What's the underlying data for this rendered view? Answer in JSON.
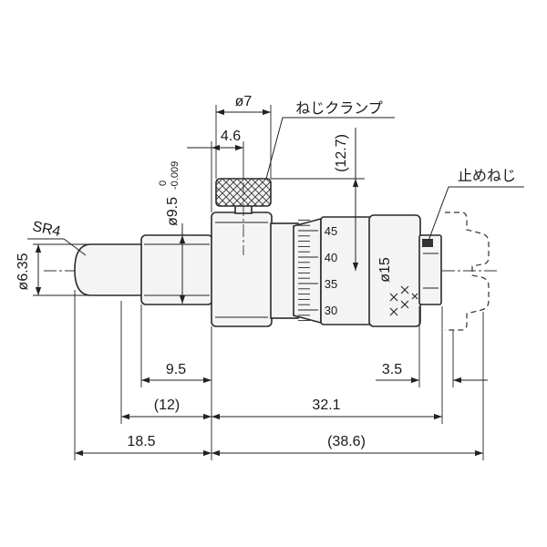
{
  "dimensions": {
    "clamp_diameter": "ø7",
    "clamp_offset": "4.6",
    "clamp_height": "(12.7)",
    "stem_diameter": "ø9.5",
    "stem_tol_upper": "0",
    "stem_tol_lower": "-0.009",
    "tip_radius": "SR4",
    "spindle_diameter": "ø6.35",
    "thimble_diameter": "ø15",
    "stem_length": "9.5",
    "ratchet_length": "3.5",
    "tip_to_body": "(12)",
    "body_to_end": "32.1",
    "overall_left": "18.5",
    "overall_right": "(38.6)"
  },
  "callouts": {
    "clamp_screw": "ねじクランプ",
    "set_screw": "止めねじ"
  },
  "thimble_scale": [
    "45",
    "40",
    "35",
    "30"
  ]
}
